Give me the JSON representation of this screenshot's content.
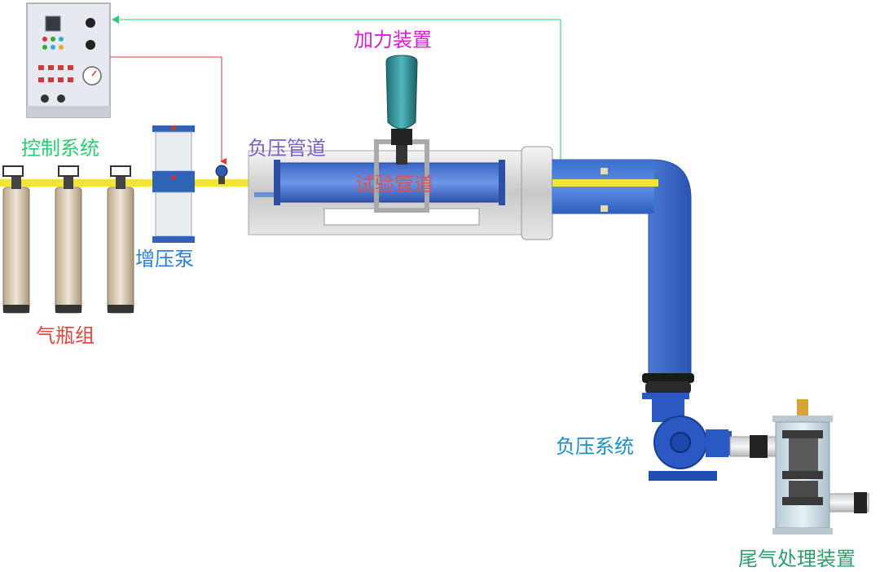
{
  "labels": {
    "control_system": "控制系统",
    "gas_cylinders": "气瓶组",
    "booster_pump": "增压泵",
    "negative_pressure_pipe": "负压管道",
    "test_pipe": "试验管道",
    "loading_device": "加力装置",
    "negative_pressure_system": "负压系统",
    "exhaust_treatment": "尾气处理装置"
  },
  "colors": {
    "control_system": "#2ecc71",
    "gas_cylinders": "#e0443c",
    "booster_pump": "#2a7fd4",
    "negative_pressure_pipe": "#7b5fc9",
    "test_pipe": "#d9534f",
    "loading_device": "#d61fd0",
    "negative_pressure_system": "#1a8fc4",
    "exhaust_treatment": "#2e9e6a",
    "gas_line": "#f2e23c",
    "signal_red": "#e53935",
    "signal_green": "#2ecc71"
  }
}
